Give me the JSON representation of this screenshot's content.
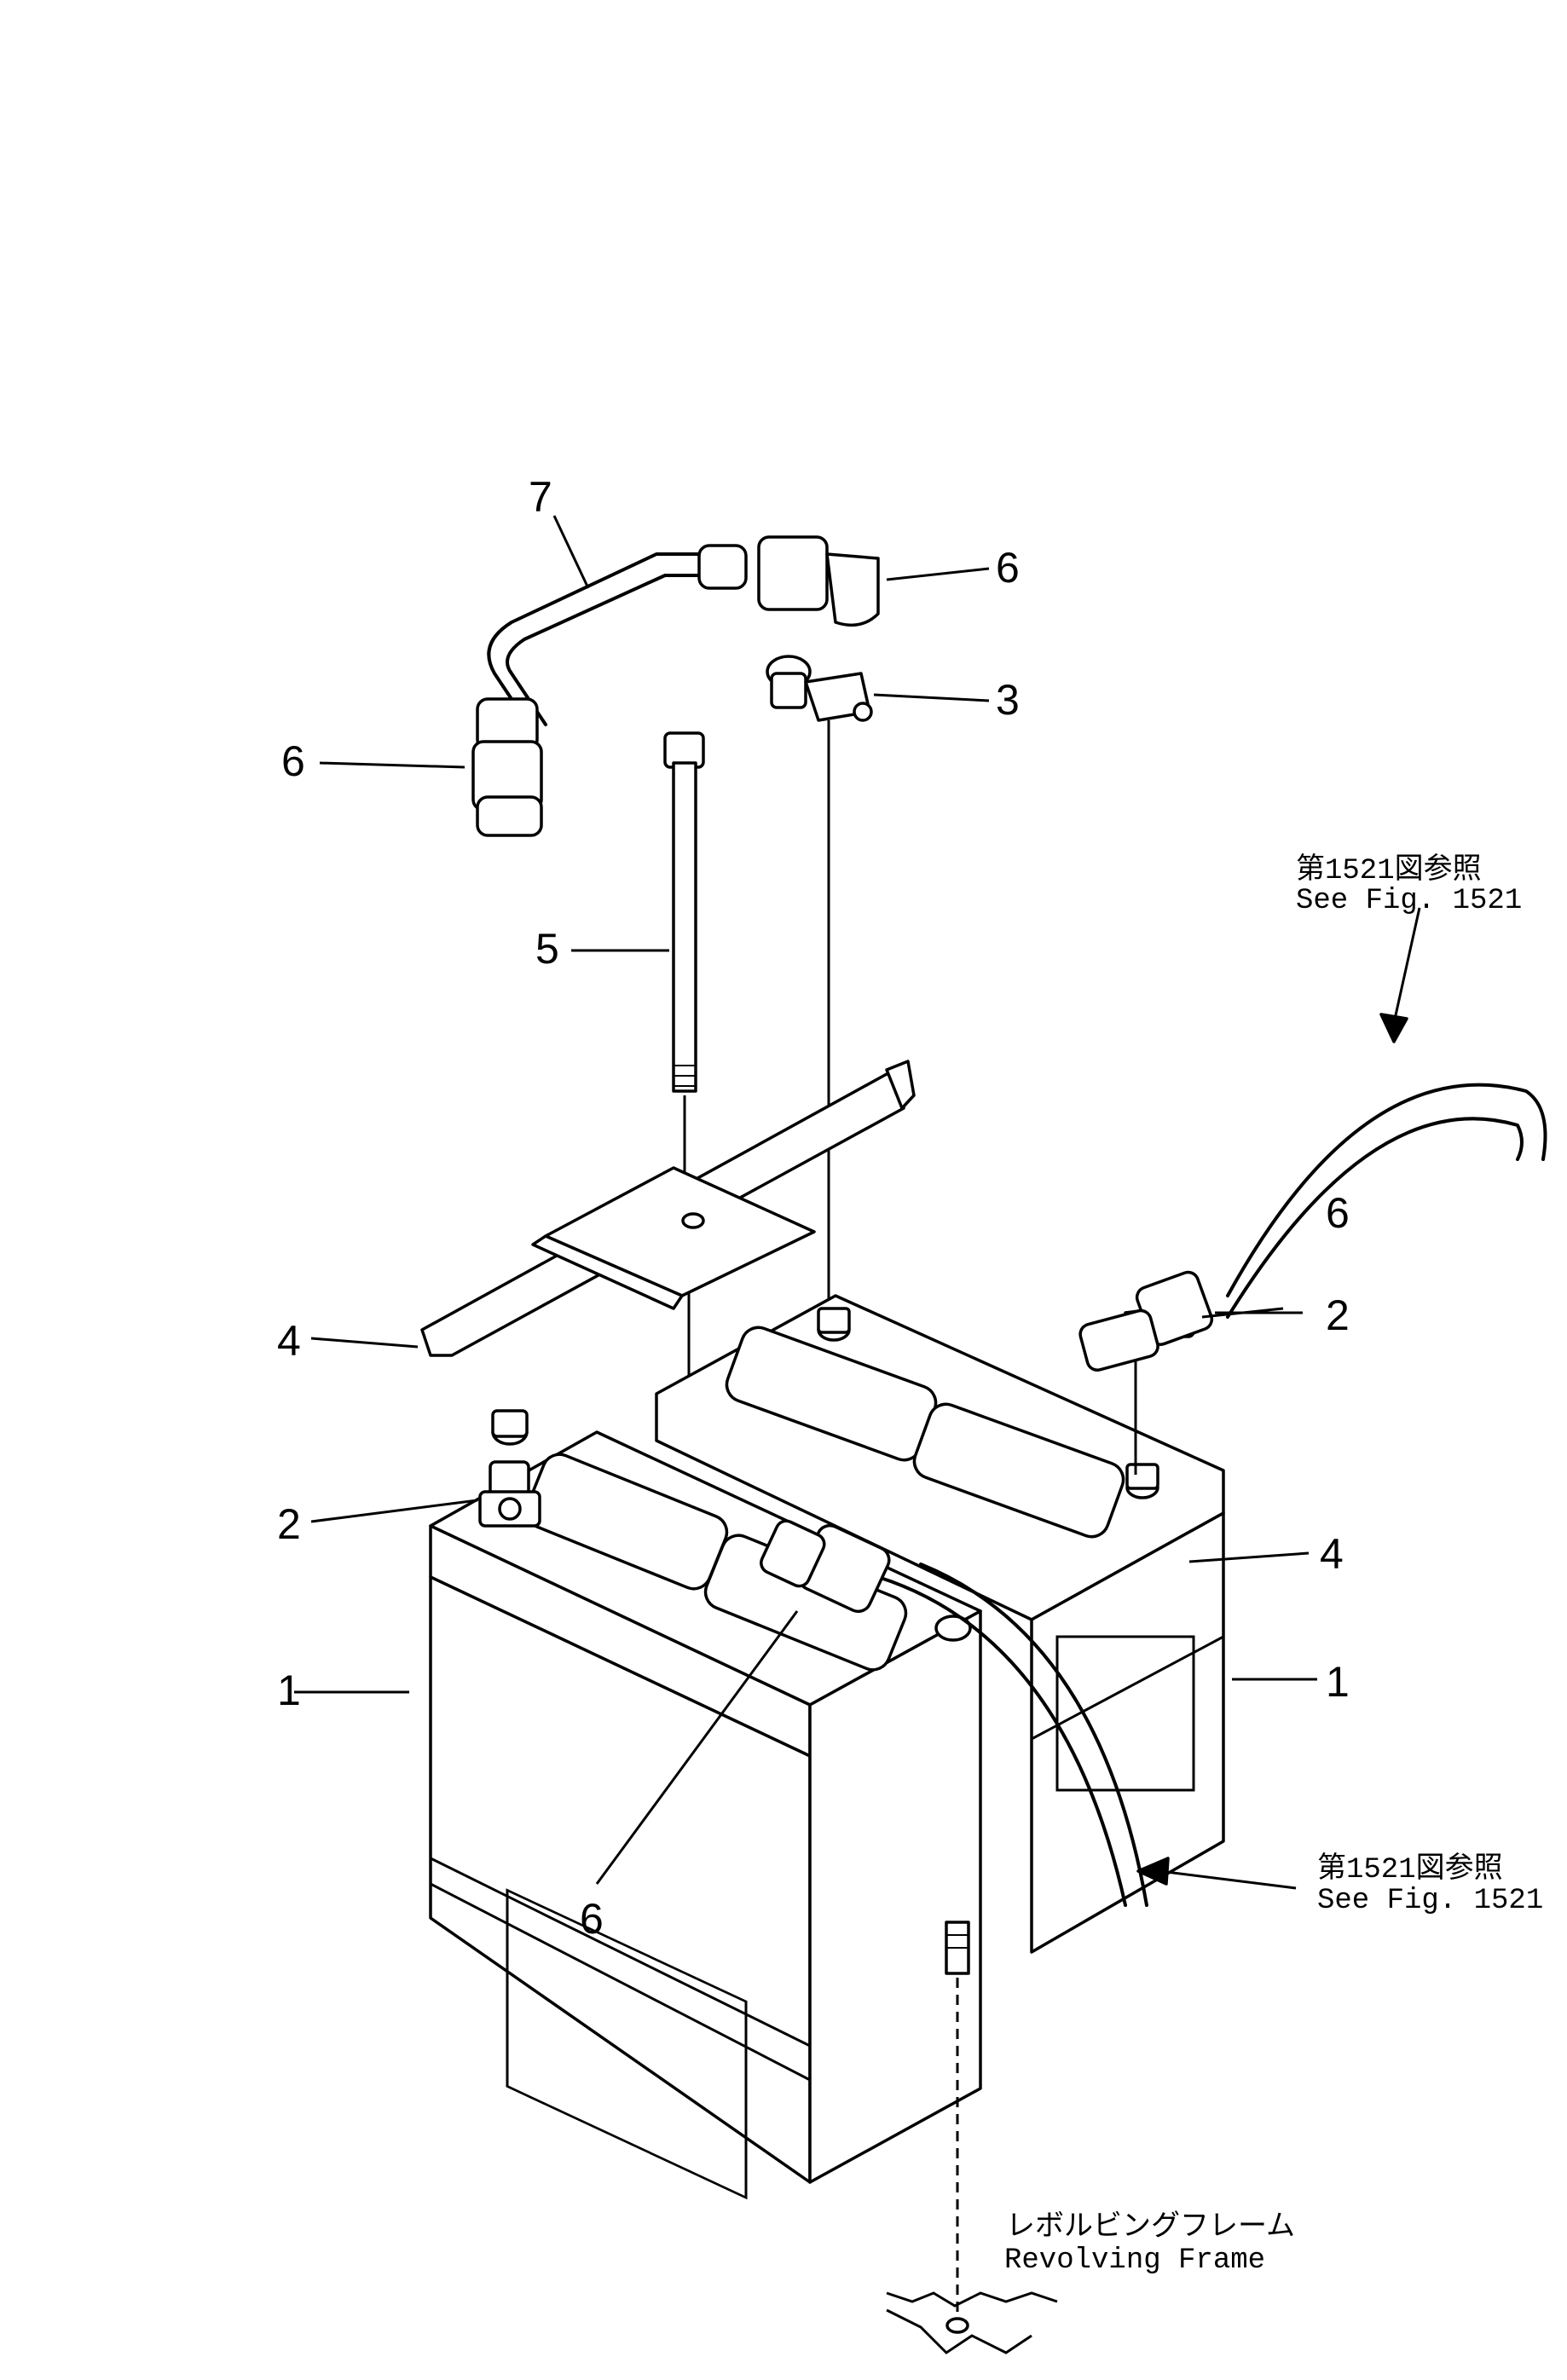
{
  "labels": {
    "p1_left": "1",
    "p1_right": "1",
    "p2_left": "2",
    "p2_right": "2",
    "p3": "3",
    "p4_left": "4",
    "p4_right": "4",
    "p5": "5",
    "p6_top_right": "6",
    "p6_top_left": "6",
    "p6_cable": "6",
    "p6_bottom": "6",
    "p7": "7"
  },
  "references": {
    "top_jp": "第1521図参照",
    "top_en": "See  Fig.  1521",
    "bottom_jp": "第1521図参照",
    "bottom_en": "See  Fig.  1521",
    "frame_jp": "レボルビングフレーム",
    "frame_en": "Revolving  Frame"
  }
}
